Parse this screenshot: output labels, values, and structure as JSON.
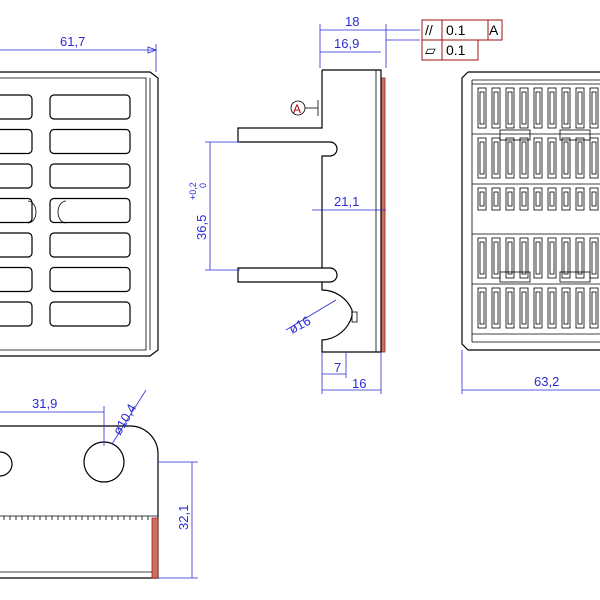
{
  "drawing": {
    "dimensions": {
      "front_width": "61,7",
      "side_total": "18",
      "side_body": "16,9",
      "side_height": "36,5",
      "side_tol_upper": "+0,2",
      "side_tol_lower": "0",
      "side_depth": "21,1",
      "side_radius": "ø16",
      "side_bottom_a": "7",
      "side_bottom_b": "16",
      "right_width": "63,2",
      "bottom_offset": "31,9",
      "bottom_hole": "ø10,4",
      "bottom_height": "32,1"
    },
    "tolerance_frames": [
      {
        "symbol": "//",
        "value": "0.1",
        "datum": "A"
      },
      {
        "symbol": "▱",
        "value": "0.1",
        "datum": ""
      }
    ],
    "datum_label": "A"
  }
}
